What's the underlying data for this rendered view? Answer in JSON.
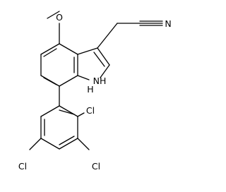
{
  "labels": {
    "methoxy_oxygen": "O",
    "nitrile_nitrogen": "N",
    "indole_nh": "NH",
    "indole_h": "H",
    "chloro_2": "Cl",
    "chloro_3": "Cl",
    "chloro_5": "Cl"
  }
}
